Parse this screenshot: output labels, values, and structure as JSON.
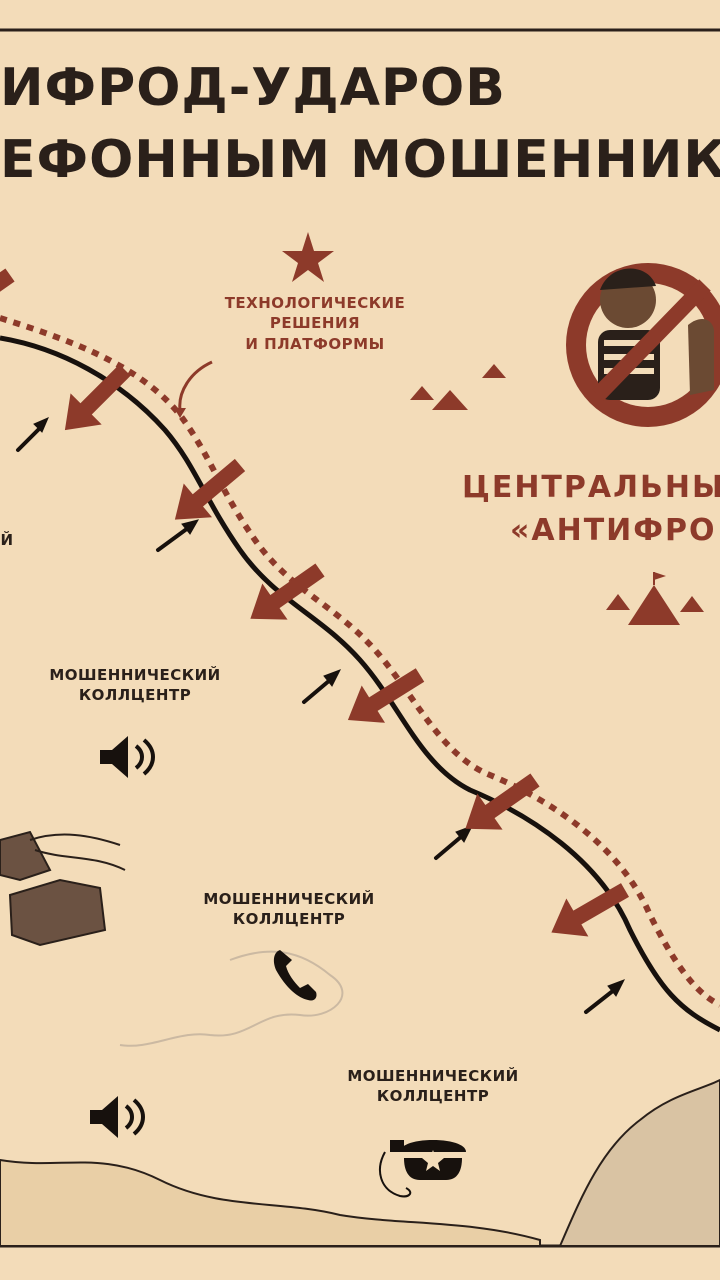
{
  "title": {
    "line1": "ИФРОД-УДАРОВ",
    "line2": "ЕФОННЫМ МОШЕННИК"
  },
  "labels": {
    "tech": [
      "ТЕХНОЛОГИЧЕСКИЕ",
      "РЕШЕНИЯ",
      "И ПЛАТФОРМЫ"
    ],
    "callcenter_1": [
      "МОШЕННИЧЕСКИЙ",
      "КОЛЛЦЕНТР"
    ],
    "callcenter_2": [
      "МОШЕННИЧЕСКИЙ",
      "КОЛЛЦЕНТР"
    ],
    "callcenter_3": [
      "МОШЕННИЧЕСКИЙ",
      "КОЛЛЦЕНТР"
    ],
    "center_line1": "ЦЕНТРАЛЬНЫЙ",
    "center_line2": "«АНТИФРО",
    "edge_fragment": "Й"
  },
  "colors": {
    "background": "#f3dcb9",
    "accent": "#8d3a2a",
    "ink": "#2a201a"
  },
  "icons": [
    "speaker-icon",
    "phone-handset-icon",
    "rotary-phone-icon",
    "no-scammer-icon",
    "star-icon",
    "tent-icon",
    "pyramids-icon"
  ]
}
